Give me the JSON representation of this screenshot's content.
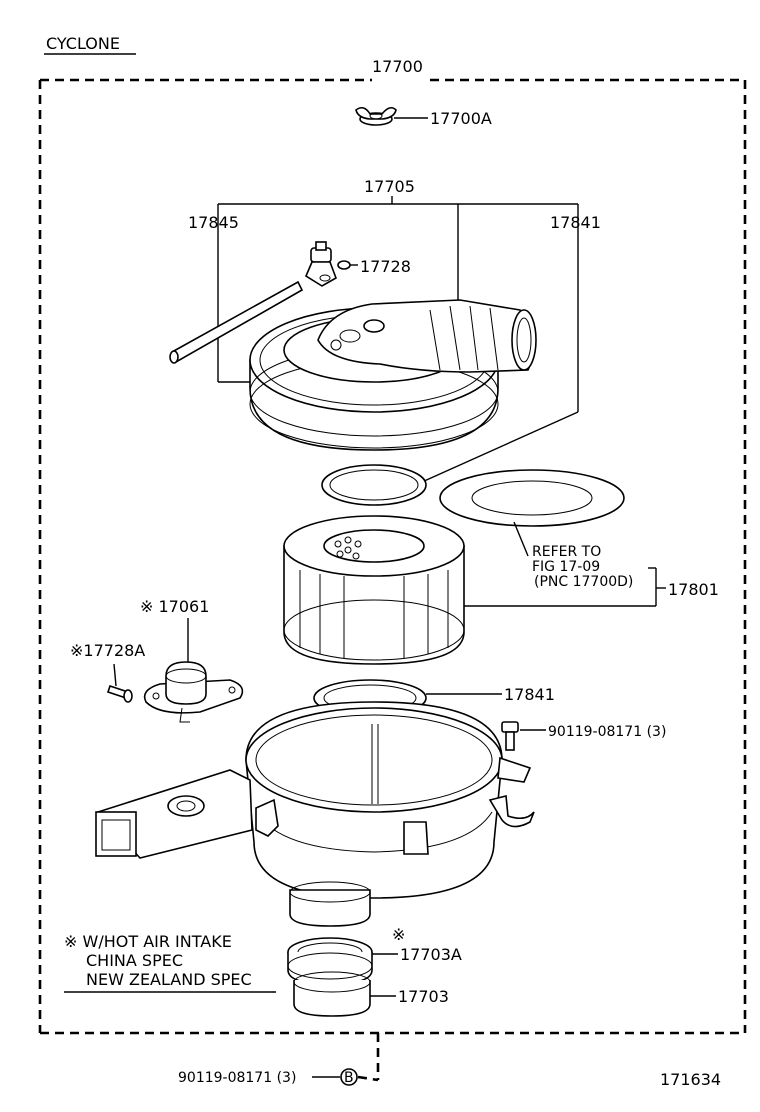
{
  "title": "CYCLONE",
  "figure_number": "171634",
  "assembly": {
    "part_no": "17700"
  },
  "parts": {
    "p17700A": "17700A",
    "p17705": "17705",
    "p17845": "17845",
    "p17841_top": "17841",
    "p17728": "17728",
    "p17801": "17801",
    "p17061": "※ 17061",
    "p17728A": "※17728A",
    "p17841_lower": "17841",
    "bolt_right": "90119-08171 (3)",
    "mark_17703A": "※",
    "p17703A": "17703A",
    "p17703": "17703",
    "bolt_bottom": "90119-08171 (3)",
    "bolt_bottom_ref": "B"
  },
  "refer_note": {
    "line1": "REFER TO",
    "line2": "FIG 17-09",
    "line3": "(PNC 17700D)"
  },
  "conditions_note": {
    "line1": "※ W/HOT AIR INTAKE",
    "line2": "CHINA SPEC",
    "line3": "NEW ZEALAND SPEC"
  }
}
